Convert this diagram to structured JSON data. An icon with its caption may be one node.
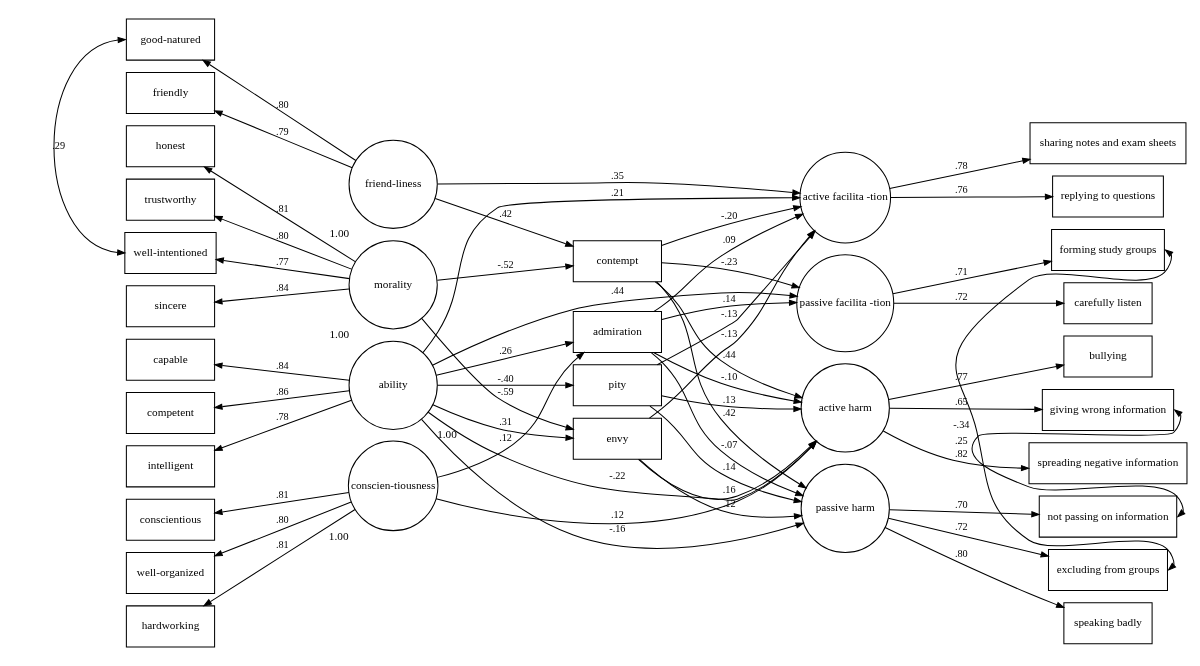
{
  "diagram": {
    "nodes": [
      {
        "text": [
          "good-natured"
        ]
      },
      {
        "text": [
          "friendly"
        ]
      },
      {
        "text": [
          "honest"
        ]
      },
      {
        "text": [
          "trustworthy"
        ]
      },
      {
        "text": [
          "well-intentioned"
        ]
      },
      {
        "text": [
          "sincere"
        ]
      },
      {
        "text": [
          "capable"
        ]
      },
      {
        "text": [
          "competent"
        ]
      },
      {
        "text": [
          "intelligent"
        ]
      },
      {
        "text": [
          "conscientious"
        ]
      },
      {
        "text": [
          "well-organized"
        ]
      },
      {
        "text": [
          "hardworking"
        ]
      },
      {
        "text": [
          "friend-liness"
        ],
        "beside": [
          "1.00"
        ]
      },
      {
        "text": [
          "morality"
        ],
        "beside": [
          "1.00"
        ]
      },
      {
        "text": [
          "ability"
        ],
        "beside": [
          "1.00"
        ]
      },
      {
        "text": [
          "conscien-tiousness"
        ],
        "beside": [
          "1.00"
        ]
      },
      {
        "text": [
          "contempt"
        ]
      },
      {
        "text": [
          "admiration"
        ]
      },
      {
        "text": [
          "pity"
        ]
      },
      {
        "text": [
          "envy"
        ]
      },
      {
        "text": [
          "active facilita -tion"
        ]
      },
      {
        "text": [
          "passive facilita -tion"
        ]
      },
      {
        "text": [
          "active harm"
        ]
      },
      {
        "text": [
          "passive harm"
        ]
      },
      {
        "text": [
          "sharing notes and exam sheets"
        ]
      },
      {
        "text": [
          "replying to questions"
        ]
      },
      {
        "text": [
          "forming study groups"
        ]
      },
      {
        "text": [
          "carefully listen"
        ]
      },
      {
        "text": [
          "bullying"
        ]
      },
      {
        "text": [
          "giving wrong information"
        ]
      },
      {
        "text": [
          "spreading negative information"
        ]
      },
      {
        "text": [
          "not passing on information"
        ]
      },
      {
        "text": [
          "excluding from groups"
        ]
      },
      {
        "text": [
          "speaking badly"
        ]
      }
    ],
    "edges": [
      {
        "from": 12,
        "to": 0,
        "arrow": "to",
        "label": ".80"
      },
      {
        "from": 12,
        "to": 1,
        "arrow": "to",
        "label": ".79"
      },
      {
        "from": 13,
        "to": 2,
        "arrow": "to",
        "label": ".81"
      },
      {
        "from": 13,
        "to": 3,
        "arrow": "to",
        "label": ".80"
      },
      {
        "from": 13,
        "to": 4,
        "arrow": "to",
        "label": ".77"
      },
      {
        "from": 13,
        "to": 5,
        "arrow": "to",
        "label": ".84"
      },
      {
        "from": 14,
        "to": 6,
        "arrow": "to",
        "label": ".84"
      },
      {
        "from": 14,
        "to": 7,
        "arrow": "to",
        "label": ".86"
      },
      {
        "from": 14,
        "to": 8,
        "arrow": "to",
        "label": ".78"
      },
      {
        "from": 15,
        "to": 9,
        "arrow": "to",
        "label": ".81"
      },
      {
        "from": 15,
        "to": 10,
        "arrow": "to",
        "label": ".80"
      },
      {
        "from": 15,
        "to": 11,
        "arrow": "to",
        "label": ".81"
      },
      {
        "from": 0,
        "to": 4,
        "arrow": "both",
        "label": ".29"
      },
      {
        "from": 12,
        "to": 16,
        "arrow": "to",
        "label": ".42"
      },
      {
        "from": 12,
        "to": 20,
        "arrow": "to",
        "label": ".35"
      },
      {
        "from": 13,
        "to": 16,
        "arrow": "to",
        "label": "-.52"
      },
      {
        "from": 13,
        "to": 19,
        "arrow": "to",
        "label": "-.59"
      },
      {
        "from": 14,
        "to": 17,
        "arrow": "to",
        "label": ".26"
      },
      {
        "from": 14,
        "to": 20,
        "arrow": "to",
        "label": ".21"
      },
      {
        "from": 14,
        "to": 21,
        "arrow": "to",
        "label": ".44"
      },
      {
        "from": 14,
        "to": 22,
        "arrow": "to",
        "label": "-.22"
      },
      {
        "from": 14,
        "to": 18,
        "arrow": "to",
        "label": "-.40"
      },
      {
        "from": 14,
        "to": 23,
        "arrow": "to",
        "label": "-.16"
      },
      {
        "from": 14,
        "to": 19,
        "arrow": "to",
        "label": ".31"
      },
      {
        "from": 15,
        "to": 17,
        "arrow": "to",
        "label": ".12"
      },
      {
        "from": 15,
        "to": 22,
        "arrow": "to",
        "label": ".12"
      },
      {
        "from": 16,
        "to": 20,
        "arrow": "to",
        "label": "-.20"
      },
      {
        "from": 16,
        "to": 21,
        "arrow": "to",
        "label": "-.23"
      },
      {
        "from": 16,
        "to": 22,
        "arrow": "to",
        "label": ".44"
      },
      {
        "from": 16,
        "to": 23,
        "arrow": "to",
        "label": ".42"
      },
      {
        "from": 17,
        "to": 20,
        "arrow": "to",
        "label": ".09"
      },
      {
        "from": 17,
        "to": 21,
        "arrow": "to",
        "label": ".14"
      },
      {
        "from": 17,
        "to": 22,
        "arrow": "to",
        "label": "-.10"
      },
      {
        "from": 17,
        "to": 23,
        "arrow": "to",
        "label": "-.07"
      },
      {
        "from": 18,
        "to": 20,
        "arrow": "to",
        "label": "-.13"
      },
      {
        "from": 18,
        "to": 22,
        "arrow": "to",
        "label": ".13"
      },
      {
        "from": 18,
        "to": 23,
        "arrow": "to",
        "label": ".14"
      },
      {
        "from": 19,
        "to": 20,
        "arrow": "to",
        "label": "-.13"
      },
      {
        "from": 19,
        "to": 22,
        "arrow": "to",
        "label": ".16"
      },
      {
        "from": 19,
        "to": 23,
        "arrow": "to",
        "label": ".12"
      },
      {
        "from": 20,
        "to": 24,
        "arrow": "to",
        "label": ".78"
      },
      {
        "from": 20,
        "to": 25,
        "arrow": "to",
        "label": ".76"
      },
      {
        "from": 21,
        "to": 26,
        "arrow": "to",
        "label": ".71"
      },
      {
        "from": 21,
        "to": 27,
        "arrow": "to",
        "label": ".72"
      },
      {
        "from": 22,
        "to": 28,
        "arrow": "to",
        "label": ".77"
      },
      {
        "from": 22,
        "to": 29,
        "arrow": "to",
        "label": ".65"
      },
      {
        "from": 22,
        "to": 30,
        "arrow": "to",
        "label": ".82"
      },
      {
        "from": 23,
        "to": 31,
        "arrow": "to",
        "label": ".70"
      },
      {
        "from": 23,
        "to": 32,
        "arrow": "to",
        "label": ".72"
      },
      {
        "from": 23,
        "to": 33,
        "arrow": "to",
        "label": ".80"
      },
      {
        "from": 26,
        "to": 32,
        "arrow": "both",
        "label": "-.34"
      },
      {
        "from": 29,
        "to": 31,
        "arrow": "both",
        "label": ".25"
      }
    ]
  }
}
